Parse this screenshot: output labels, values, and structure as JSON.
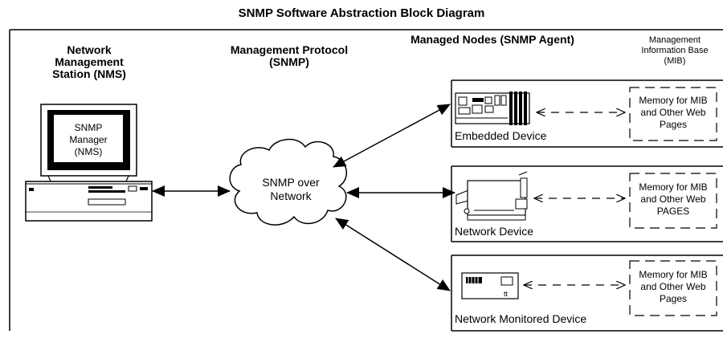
{
  "title": "SNMP Software Abstraction Block Diagram",
  "headers": {
    "nms": "Network Management Station (NMS)",
    "protocol": "Management Protocol (SNMP)",
    "nodes": "Managed Nodes (SNMP Agent)",
    "mib": "Management Information Base (MIB)"
  },
  "nms_screen": "SNMP Manager (NMS)",
  "cloud": "SNMP over Network",
  "devices": [
    {
      "name": "Embedded Device",
      "memory": "Memory for MIB and Other Web Pages"
    },
    {
      "name": "Network Device",
      "memory": "Memory for MIB and Other Web PAGES"
    },
    {
      "name": "Network Monitored Device",
      "memory": "Memory for MIB and Other Web Pages"
    }
  ]
}
